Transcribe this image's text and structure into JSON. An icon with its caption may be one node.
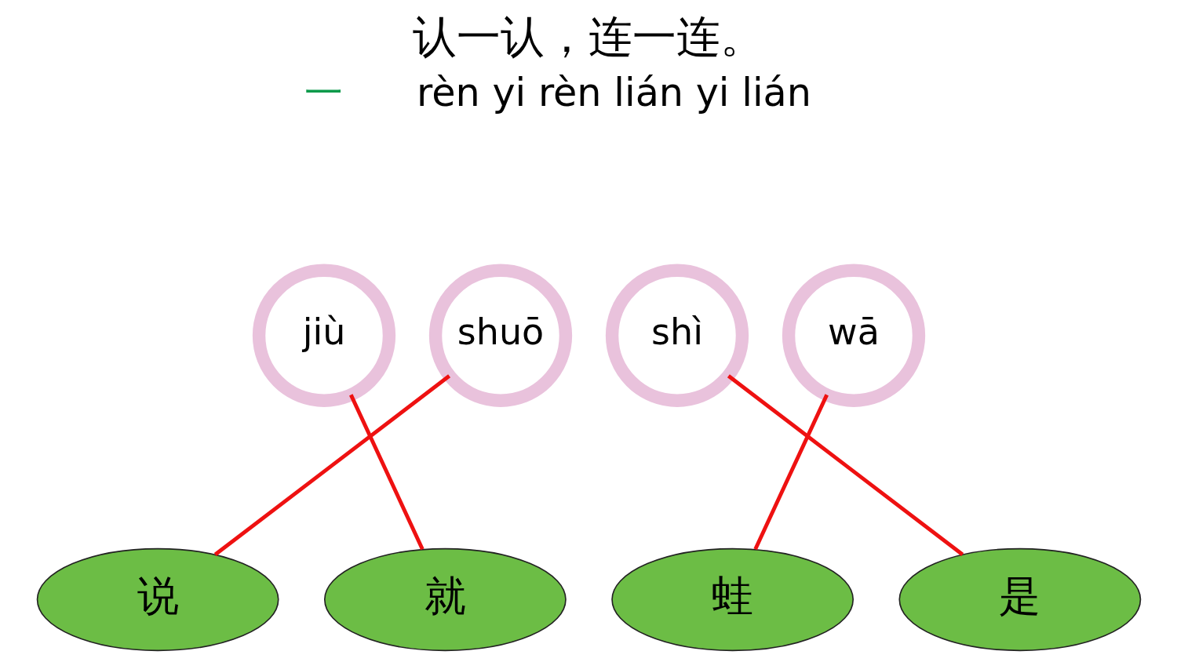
{
  "diagram": {
    "title": "认一认，连一连。",
    "nodes": [
      {
        "text": [
          "jiù"
        ]
      },
      {
        "text": [
          "shuō"
        ]
      },
      {
        "text": [
          "shì"
        ]
      },
      {
        "text": [
          "wā"
        ]
      },
      {
        "text": [
          "说"
        ]
      },
      {
        "text": [
          "就"
        ]
      },
      {
        "text": [
          "蛙"
        ]
      },
      {
        "text": [
          "是"
        ]
      }
    ],
    "edges": [
      {
        "from": 0,
        "to": 5,
        "arrow": "none"
      },
      {
        "from": 1,
        "to": 4,
        "arrow": "none"
      },
      {
        "from": 2,
        "to": 7,
        "arrow": "none"
      },
      {
        "from": 3,
        "to": 6,
        "arrow": "none"
      }
    ],
    "labels": [
      "一",
      "rèn yi rèn lián yi lián"
    ]
  }
}
